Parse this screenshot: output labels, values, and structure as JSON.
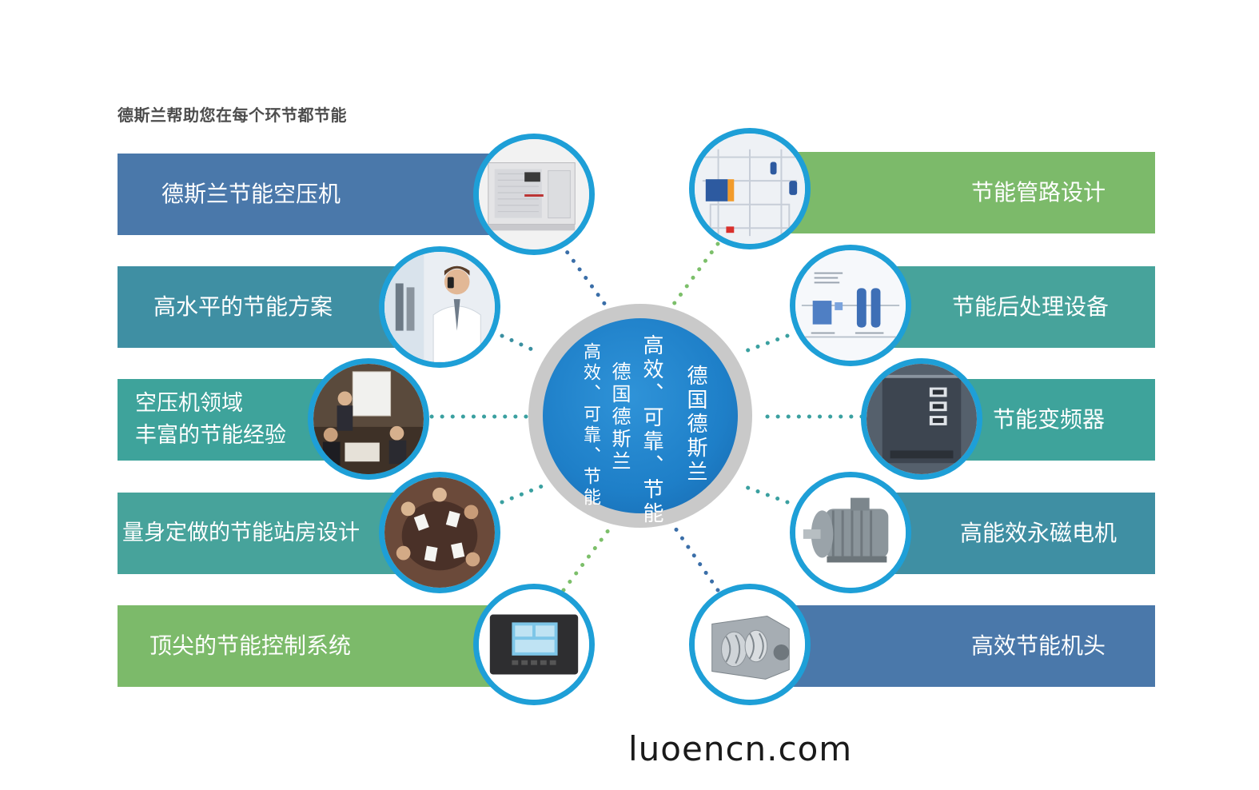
{
  "heading": "德斯兰帮助您在每个环节都节能",
  "left_items": [
    {
      "label": "德斯兰节能空压机",
      "icon": "compressor-cabinet-image"
    },
    {
      "label": "高水平的节能方案",
      "icon": "businessman-phone-image"
    },
    {
      "label": "空压机领域\n丰富的节能经验",
      "icon": "meeting-presentation-image"
    },
    {
      "label": "量身定做的节能站房设计",
      "icon": "team-table-image"
    },
    {
      "label": "顶尖的节能控制系统",
      "icon": "control-panel-image"
    }
  ],
  "right_items": [
    {
      "label": "节能管路设计",
      "icon": "pipeline-layout-image"
    },
    {
      "label": "节能后处理设备",
      "icon": "dryer-schematic-image"
    },
    {
      "label": "节能变频器",
      "icon": "inverter-cabinet-image"
    },
    {
      "label": "高能效永磁电机",
      "icon": "electric-motor-image"
    },
    {
      "label": "高效节能机头",
      "icon": "screw-airend-image"
    }
  ],
  "hub": {
    "col1": "德国德斯兰",
    "col2": "高效、可靠、节能",
    "col3": "德国德斯兰",
    "col4": "高效、可靠、节能"
  },
  "watermark": "luoencn.com",
  "colors": {
    "dark_blue": "#4a78aa",
    "teal": "#3d9c9a",
    "green": "#7cba6a",
    "ring_blue": "#1e9fd7",
    "hub_blue": "#1e7fc8"
  }
}
